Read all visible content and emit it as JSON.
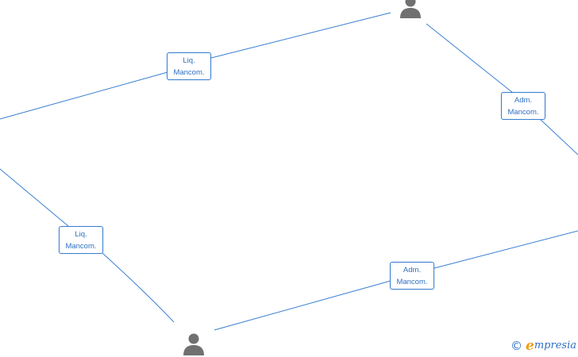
{
  "colors": {
    "edge": "#3a7fd0",
    "label_border": "#3a7fd0",
    "label_text": "#2f6fc2",
    "person_icon": "#707070",
    "brand_blue": "#2f6fc2",
    "brand_orange": "#f39c12"
  },
  "nodes": [
    {
      "id": "person-top",
      "icon": "person-icon"
    },
    {
      "id": "person-bottom",
      "icon": "person-icon"
    }
  ],
  "edges": [
    {
      "label": {
        "line1": "Liq.",
        "line2": "Mancom."
      }
    },
    {
      "label": {
        "line1": "Adm.",
        "line2": "Mancom."
      }
    },
    {
      "label": {
        "line1": "Liq.",
        "line2": "Mancom."
      }
    },
    {
      "label": {
        "line1": "Adm.",
        "line2": "Mancom."
      }
    }
  ],
  "watermark": {
    "copyright_symbol": "©",
    "brand_initial": "e",
    "brand_rest": "mpresia"
  }
}
